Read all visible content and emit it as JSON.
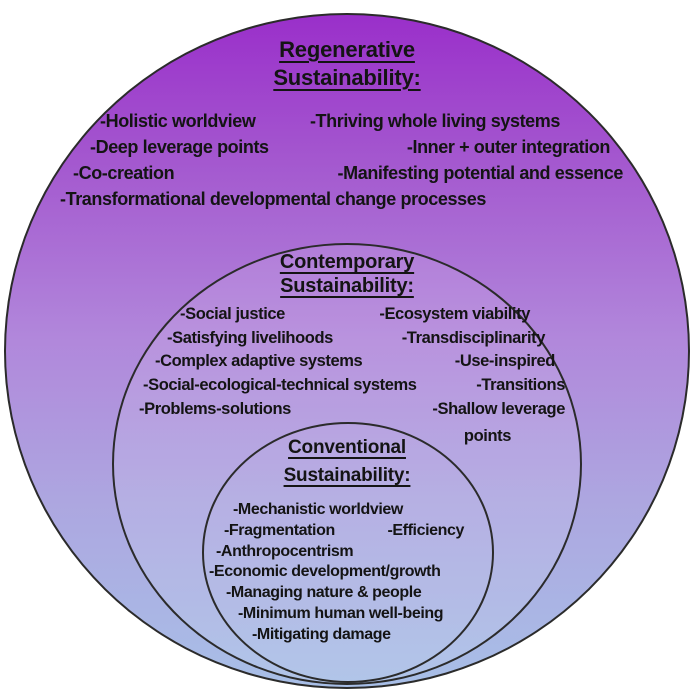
{
  "diagram": {
    "rings": [
      {
        "id": "regenerative",
        "title_line1": "Regenerative",
        "title_line2": "Sustainability:",
        "lines": [
          {
            "a": "-Holistic worldview",
            "b": "-Thriving whole living systems"
          },
          {
            "a": "-Deep leverage points",
            "b": "-Inner + outer integration"
          },
          {
            "a": "-Co-creation",
            "b": "-Manifesting potential and essence"
          },
          {
            "a": "-Transformational developmental change processes",
            "b": ""
          }
        ]
      },
      {
        "id": "contemporary",
        "title_line1": "Contemporary",
        "title_line2": "Sustainability:",
        "lines": [
          {
            "a": "-Social justice",
            "b": "-Ecosystem viability"
          },
          {
            "a": "-Satisfying livelihoods",
            "b": "-Transdisciplinarity"
          },
          {
            "a": "-Complex adaptive systems",
            "b": "-Use-inspired"
          },
          {
            "a": "-Social-ecological-technical systems",
            "b": "-Transitions"
          },
          {
            "a": "-Problems-solutions",
            "b": "-Shallow leverage"
          },
          {
            "a": "",
            "b": "points"
          }
        ]
      },
      {
        "id": "conventional",
        "title_line1": "Conventional",
        "title_line2": "Sustainability:",
        "lines": [
          {
            "a": "-Mechanistic worldview",
            "b": ""
          },
          {
            "a": "-Fragmentation",
            "b": "-Efficiency"
          },
          {
            "a": "-Anthropocentrism",
            "b": ""
          },
          {
            "a": "-Economic development/growth",
            "b": ""
          },
          {
            "a": "-Managing nature & people",
            "b": ""
          },
          {
            "a": "-Minimum human well-being",
            "b": ""
          },
          {
            "a": "-Mitigating damage",
            "b": ""
          }
        ]
      }
    ],
    "colors": {
      "gradient_top": "#9a2fca",
      "gradient_upper": "#a458cf",
      "gradient_middle": "#b187db",
      "gradient_lower": "#ada6e0",
      "gradient_bottom": "#a8bfe7",
      "stroke": "#2b2b2b",
      "text": "#141414"
    }
  }
}
